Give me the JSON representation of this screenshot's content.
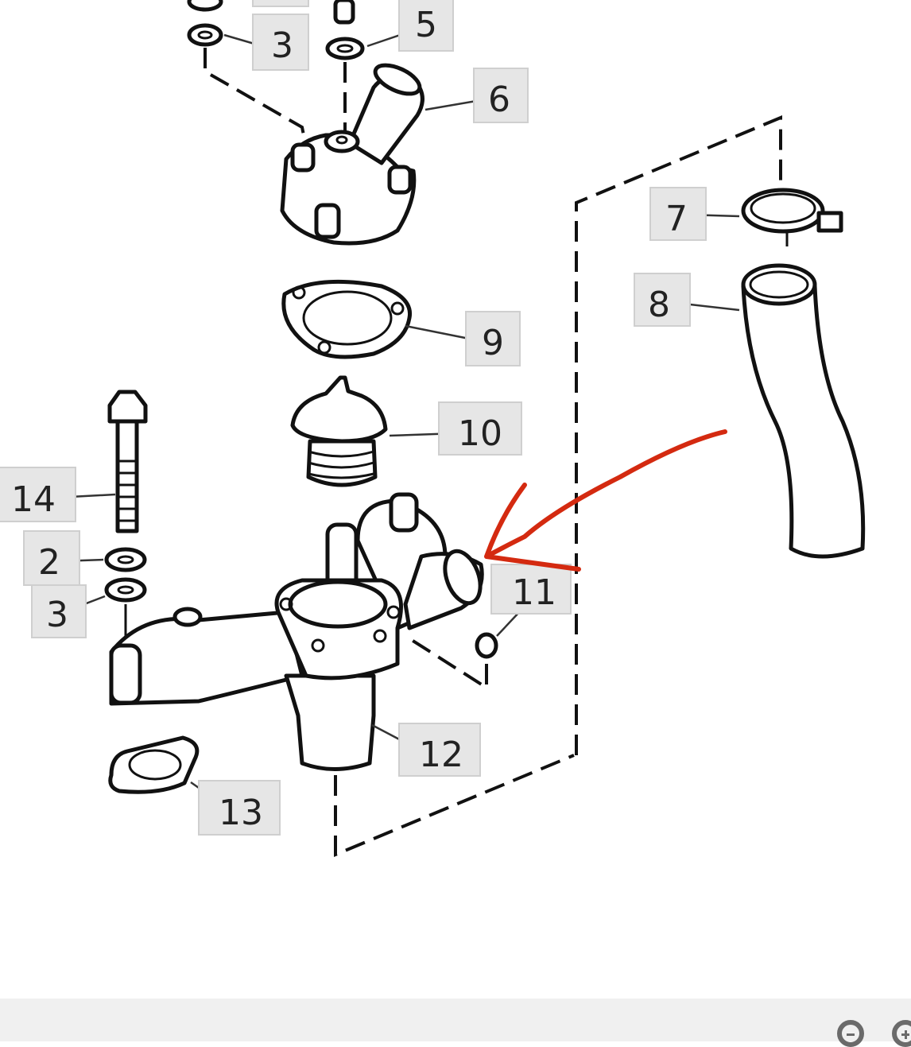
{
  "diagram": {
    "callouts": {
      "top_partial": "",
      "c3a": "3",
      "c5": "5",
      "c6": "6",
      "c7": "7",
      "c8": "8",
      "c9": "9",
      "c10": "10",
      "c11": "11",
      "c12": "12",
      "c13": "13",
      "c14": "14",
      "c2": "2",
      "c3b": "3"
    },
    "annotation_color": "#d42a10"
  },
  "toolbar": {
    "zoom_out_icon": "zoom-out-icon",
    "zoom_in_icon": "zoom-in-icon"
  }
}
